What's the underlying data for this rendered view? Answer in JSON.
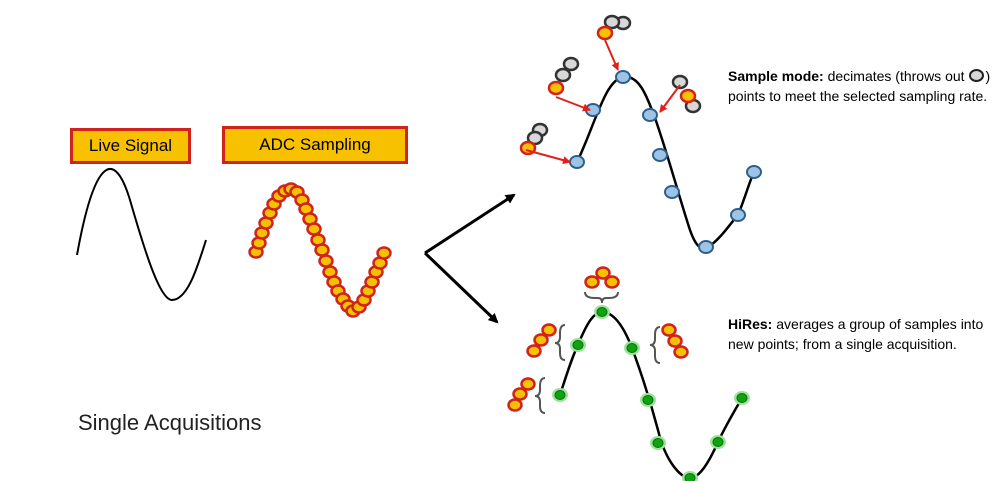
{
  "live_signal_label": "Live Signal",
  "adc_sampling_label": "ADC Sampling",
  "sample_mode": {
    "title": "Sample mode:",
    "text_before_icon": " decimates (throws out ",
    "text_after_icon": ") points to meet the selected sampling rate."
  },
  "hires": {
    "title": "HiRes:",
    "text": " averages a group of samples into new points; from a single acquisition."
  },
  "footer_label": "Single Acquisitions",
  "colors": {
    "label_fill": "#f8c100",
    "label_border": "#d1231c",
    "adc_dot_fill": "#f8c100",
    "adc_dot_stroke": "#d1231c",
    "decimated_dot": "#d8d8d8",
    "sample_dot": "#9dc3e6",
    "sample_dot_stroke": "#2e5f8a",
    "hires_dot": "#0fa40f",
    "hires_dot_glow": "#9be39b",
    "arrow_red": "#e0201b"
  }
}
